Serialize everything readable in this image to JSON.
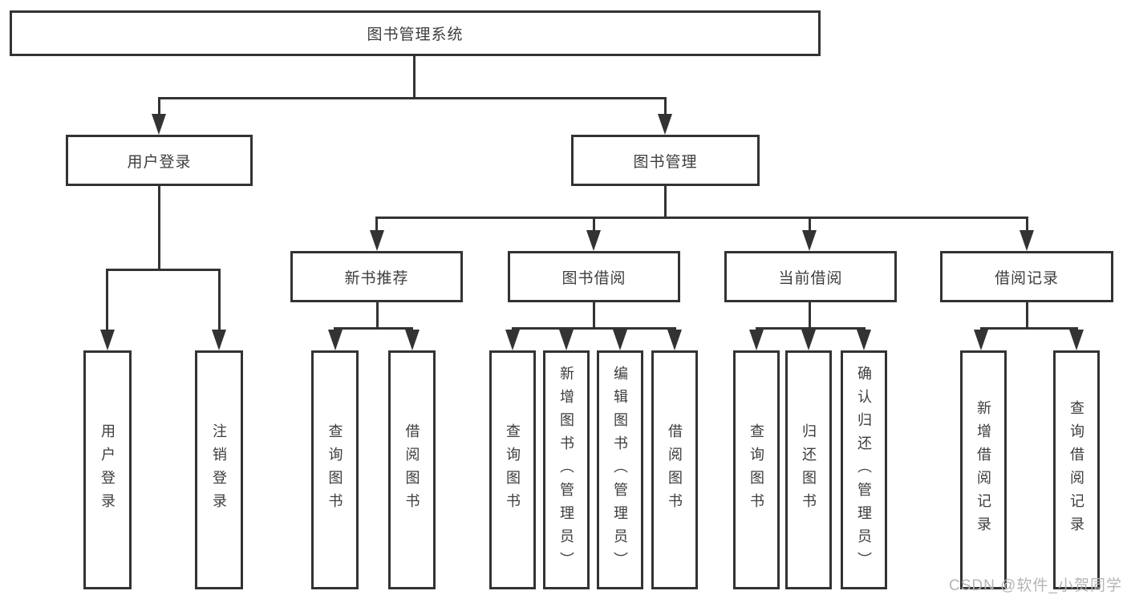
{
  "diagram": {
    "root": {
      "label": "图书管理系统"
    },
    "branches": [
      {
        "label": "用户登录",
        "children": [
          {
            "label": "用户登录"
          },
          {
            "label": "注销登录"
          }
        ]
      },
      {
        "label": "图书管理",
        "children": [
          {
            "label": "新书推荐",
            "children": [
              {
                "label": "查询图书"
              },
              {
                "label": "借阅图书"
              }
            ]
          },
          {
            "label": "图书借阅",
            "children": [
              {
                "label": "查询图书"
              },
              {
                "label": "新增图书（管理员）"
              },
              {
                "label": "编辑图书（管理员）"
              },
              {
                "label": "借阅图书"
              }
            ]
          },
          {
            "label": "当前借阅",
            "children": [
              {
                "label": "查询图书"
              },
              {
                "label": "归还图书"
              },
              {
                "label": "确认归还（管理员）"
              }
            ]
          },
          {
            "label": "借阅记录",
            "children": [
              {
                "label": "新增借阅记录"
              },
              {
                "label": "查询借阅记录"
              }
            ]
          }
        ]
      }
    ]
  },
  "watermark": {
    "text": "CSDN @软件_小贺同学"
  },
  "colors": {
    "line": "#333333",
    "text": "#3d3d3d",
    "background": "#ffffff",
    "watermark": "#b5b5b5"
  }
}
